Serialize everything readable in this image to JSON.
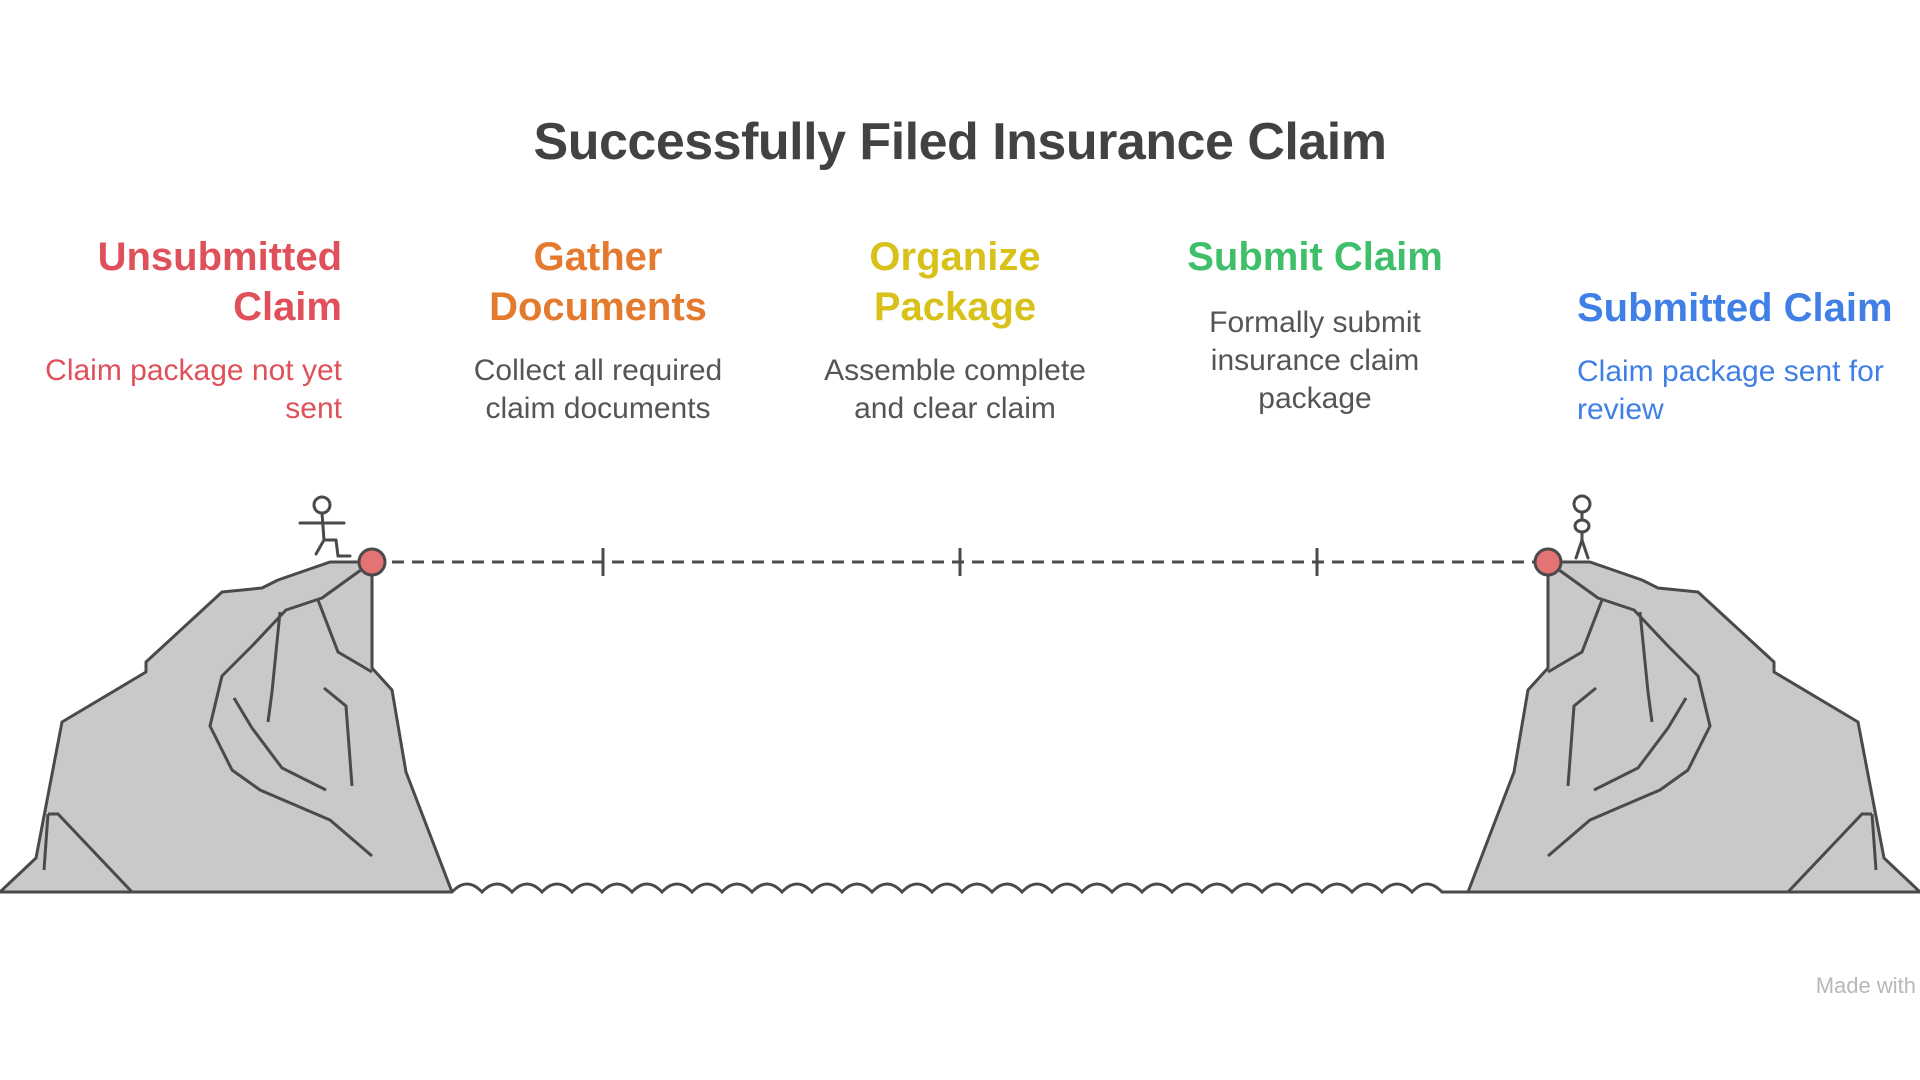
{
  "title": "Successfully Filed Insurance Claim",
  "stages": [
    {
      "heading": "Unsubmitted Claim",
      "description": "Claim package not yet sent",
      "color": "#e0505a"
    },
    {
      "heading": "Gather Documents",
      "description": "Collect all required claim documents",
      "color": "#e47a2e"
    },
    {
      "heading": "Organize Package",
      "description": "Assemble complete and clear claim",
      "color": "#d8c21a"
    },
    {
      "heading": "Submit Claim",
      "description": "Formally submit insurance claim package",
      "color": "#3fbf6a"
    },
    {
      "heading": "Submitted Claim",
      "description": "Claim package sent for review",
      "color": "#3f7fe6"
    }
  ],
  "colors": {
    "title_text": "#424242",
    "description_text": "#555555",
    "cliff_fill": "#c9c9c9",
    "outline": "#4a4a4a",
    "marker_fill": "#e57373",
    "watermark_text": "#b8b8b8"
  },
  "icons": {
    "left_figure": "person-walking-icon",
    "right_figure": "person-standing-icon"
  },
  "watermark": "Made with"
}
